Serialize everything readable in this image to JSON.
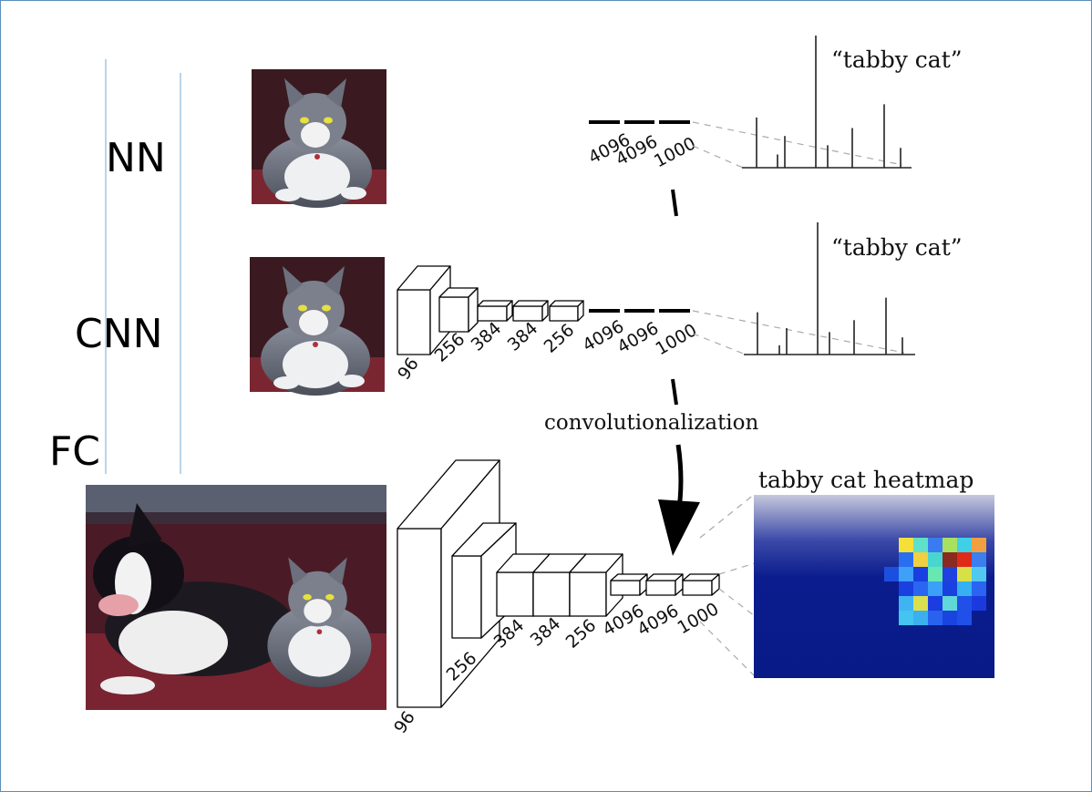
{
  "row_labels": {
    "nn": "NN",
    "cnn": "CNN",
    "fc": "FC"
  },
  "nn_row": {
    "fc_dims": [
      "4096",
      "4096",
      "1000"
    ],
    "output_label": "“tabby cat”",
    "bars": [
      0.38,
      0.1,
      0.24,
      1.0,
      0.17,
      0.3,
      0.48,
      0.15
    ]
  },
  "cnn_row": {
    "conv_dims": [
      "96",
      "256",
      "384",
      "384",
      "256"
    ],
    "fc_dims": [
      "4096",
      "4096",
      "1000"
    ],
    "output_label": "“tabby cat”",
    "bars": [
      0.32,
      0.07,
      0.2,
      1.0,
      0.17,
      0.26,
      0.43,
      0.13
    ]
  },
  "fc_row": {
    "transform_label": "convolutionalization",
    "conv_dims": [
      "96",
      "256",
      "384",
      "384",
      "256"
    ],
    "fc_dims": [
      "4096",
      "4096",
      "1000"
    ],
    "heatmap_title": "tabby cat heatmap"
  },
  "colors": {
    "frame": "#5b8fb9",
    "guide_lines": "#8cb8d8",
    "heatmap_bg": "#0a1a8c"
  },
  "images": [
    {
      "name": "cat-photo",
      "row": "nn"
    },
    {
      "name": "cat-photo",
      "row": "cnn"
    },
    {
      "name": "dog-and-cat-photo",
      "row": "fc"
    }
  ]
}
